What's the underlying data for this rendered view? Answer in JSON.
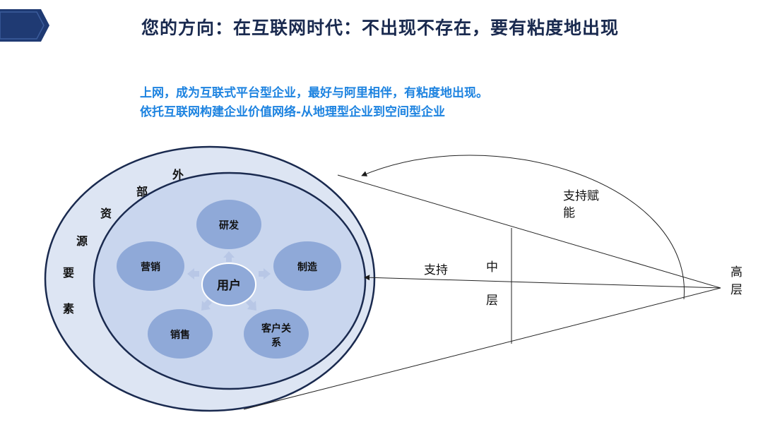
{
  "header": {
    "title": "您的方向：在互联网时代：不出现不存在，要有粘度地出现",
    "banner_color": "#1f3a73"
  },
  "intro": {
    "line1": "上网，成为互联式平台型企业，最好与阿里相伴，有粘度地出现。",
    "line2": "依托互联网构建企业价值网络-从地理型企业到空间型企业"
  },
  "diagram": {
    "outer_ring_chars": [
      "外",
      "部",
      "资",
      "源",
      "要",
      "素"
    ],
    "center_node": "用户",
    "nodes": {
      "rd": "研发",
      "manufacturing": "制造",
      "crm_line1": "客户关",
      "crm_line2": "系",
      "sales": "销售",
      "marketing": "营销"
    },
    "labels": {
      "empower_line1": "支持赋",
      "empower_line2": "能",
      "support": "支持",
      "middle_line1": "中",
      "middle_line2": "层",
      "high_line1": "高",
      "high_line2": "层"
    },
    "colors": {
      "outer_fill": "#dde5f3",
      "inner_fill": "#c9d6ee",
      "node_fill": "#8fa9d8",
      "ring_stroke": "#1a2a4f",
      "arrow_fill": "#b8c7e6"
    }
  }
}
